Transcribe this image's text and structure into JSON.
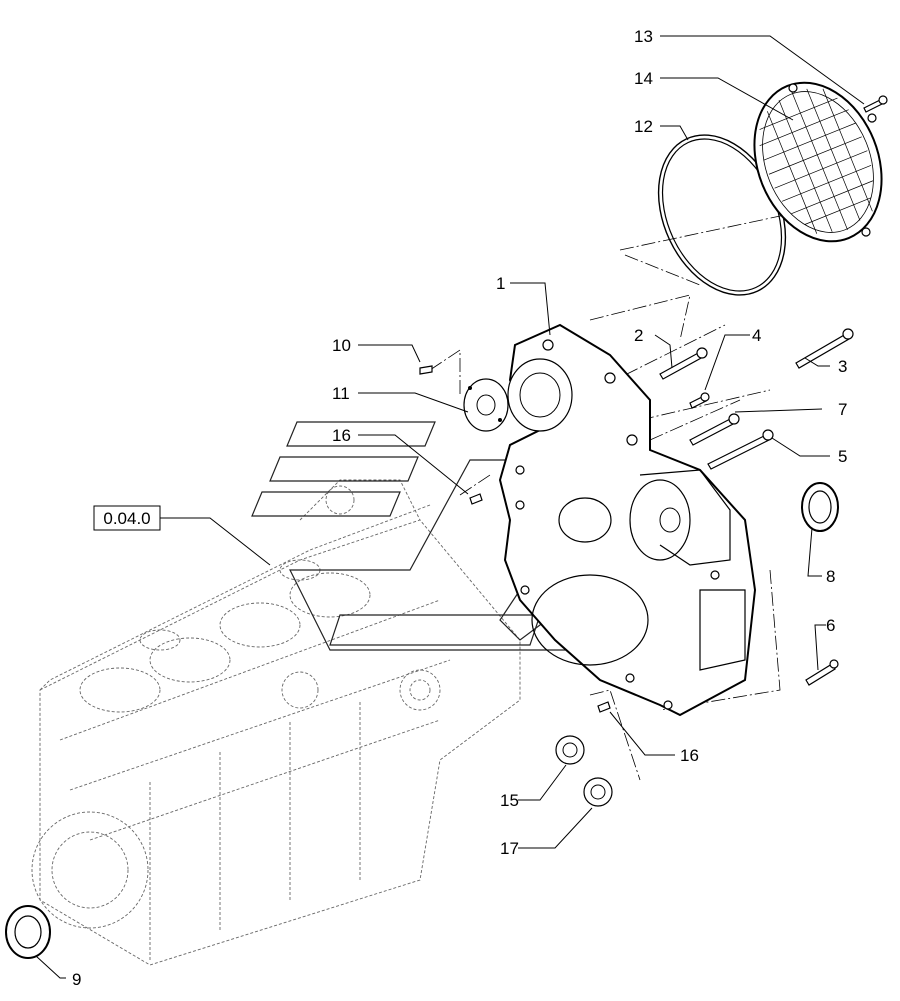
{
  "diagram": {
    "reference_label": "0.04.0",
    "callouts": [
      "1",
      "2",
      "3",
      "4",
      "5",
      "6",
      "7",
      "8",
      "9",
      "10",
      "11",
      "12",
      "13",
      "14",
      "15",
      "16",
      "16",
      "17"
    ]
  }
}
